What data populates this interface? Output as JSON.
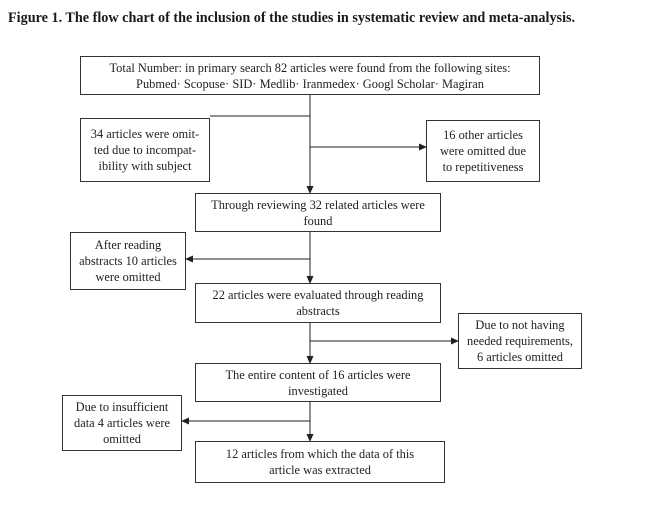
{
  "figure": {
    "caption": "Figure 1. The flow chart of the inclusion of the studies in systematic review and meta-analysis."
  },
  "boxes": {
    "total": [
      "Total Number: in primary search 82 articles were found from the following sites:",
      "Pubmed· Scopuse· SID· Medlib· Iranmedex· Googl Scholar· Magiran"
    ],
    "omit34": [
      "34 articles were omit-",
      "ted due to incompat-",
      "ibility with subject"
    ],
    "omit16": [
      "16 other articles",
      "were omitted due",
      "to repetitiveness"
    ],
    "related32": [
      "Through reviewing 32 related articles were",
      "found"
    ],
    "abstracts10": [
      "After reading",
      "abstracts 10 articles",
      "were omitted"
    ],
    "evaluated22": [
      "22 articles were evaluated through reading",
      "abstracts"
    ],
    "requirements6": [
      "Due to not having",
      "needed requirements,",
      "6 articles omitted"
    ],
    "content16": [
      "The entire content of 16 articles were",
      "investigated"
    ],
    "data4": [
      "Due to insufficient",
      "data 4 articles were",
      "omitted"
    ],
    "extracted12": [
      "12 articles from which the data of this",
      "article was extracted"
    ]
  }
}
